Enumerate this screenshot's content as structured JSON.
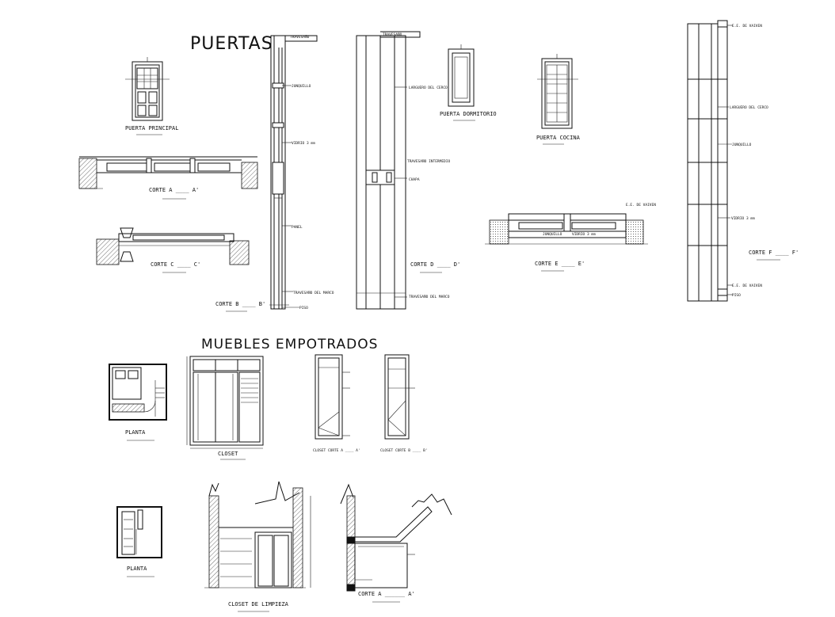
{
  "titles": {
    "puertas": "PUERTAS",
    "muebles": "MUEBLES EMPOTRADOS"
  },
  "labels": {
    "puerta_principal": "PUERTA PRINCIPAL",
    "puerta_dormitorio": "PUERTA DORMITORIO",
    "puerta_cocina": "PUERTA COCINA",
    "corte_a": "CORTE  A ____ A'",
    "corte_c": "CORTE  C ____ C'",
    "corte_b": "CORTE  B ____ B'",
    "corte_d": "CORTE D ____ D'",
    "corte_e": "CORTE  E ____ E'",
    "corte_f": "CORTE F ____ F'",
    "travesano": "TRAVESAÑO",
    "junquillo": "JUNQUILLO",
    "vidrio": "VIDRIO 3 mm",
    "panel": "PANEL",
    "travesano_marco": "TRAVESAÑO DEL MARCO",
    "piso": "PISO",
    "larguero_cerco": "LARGUERO DEL CERCO",
    "travesano_intermedio": "TRAVESAÑO INTERMEDIO",
    "chapa": "CHAPA",
    "eje_vaiven": "E.E. DE VAIVEN",
    "planta": "PLANTA",
    "closet": "CLOSET",
    "closet_corte_a": "CLOSET CORTE A ____ A'",
    "closet_corte_b": "CLOSET CORTE B ____ B'",
    "closet_limpieza": "CLOSET  DE LIMPIEZA",
    "corte_a2": "CORTE  A ______ A'"
  }
}
